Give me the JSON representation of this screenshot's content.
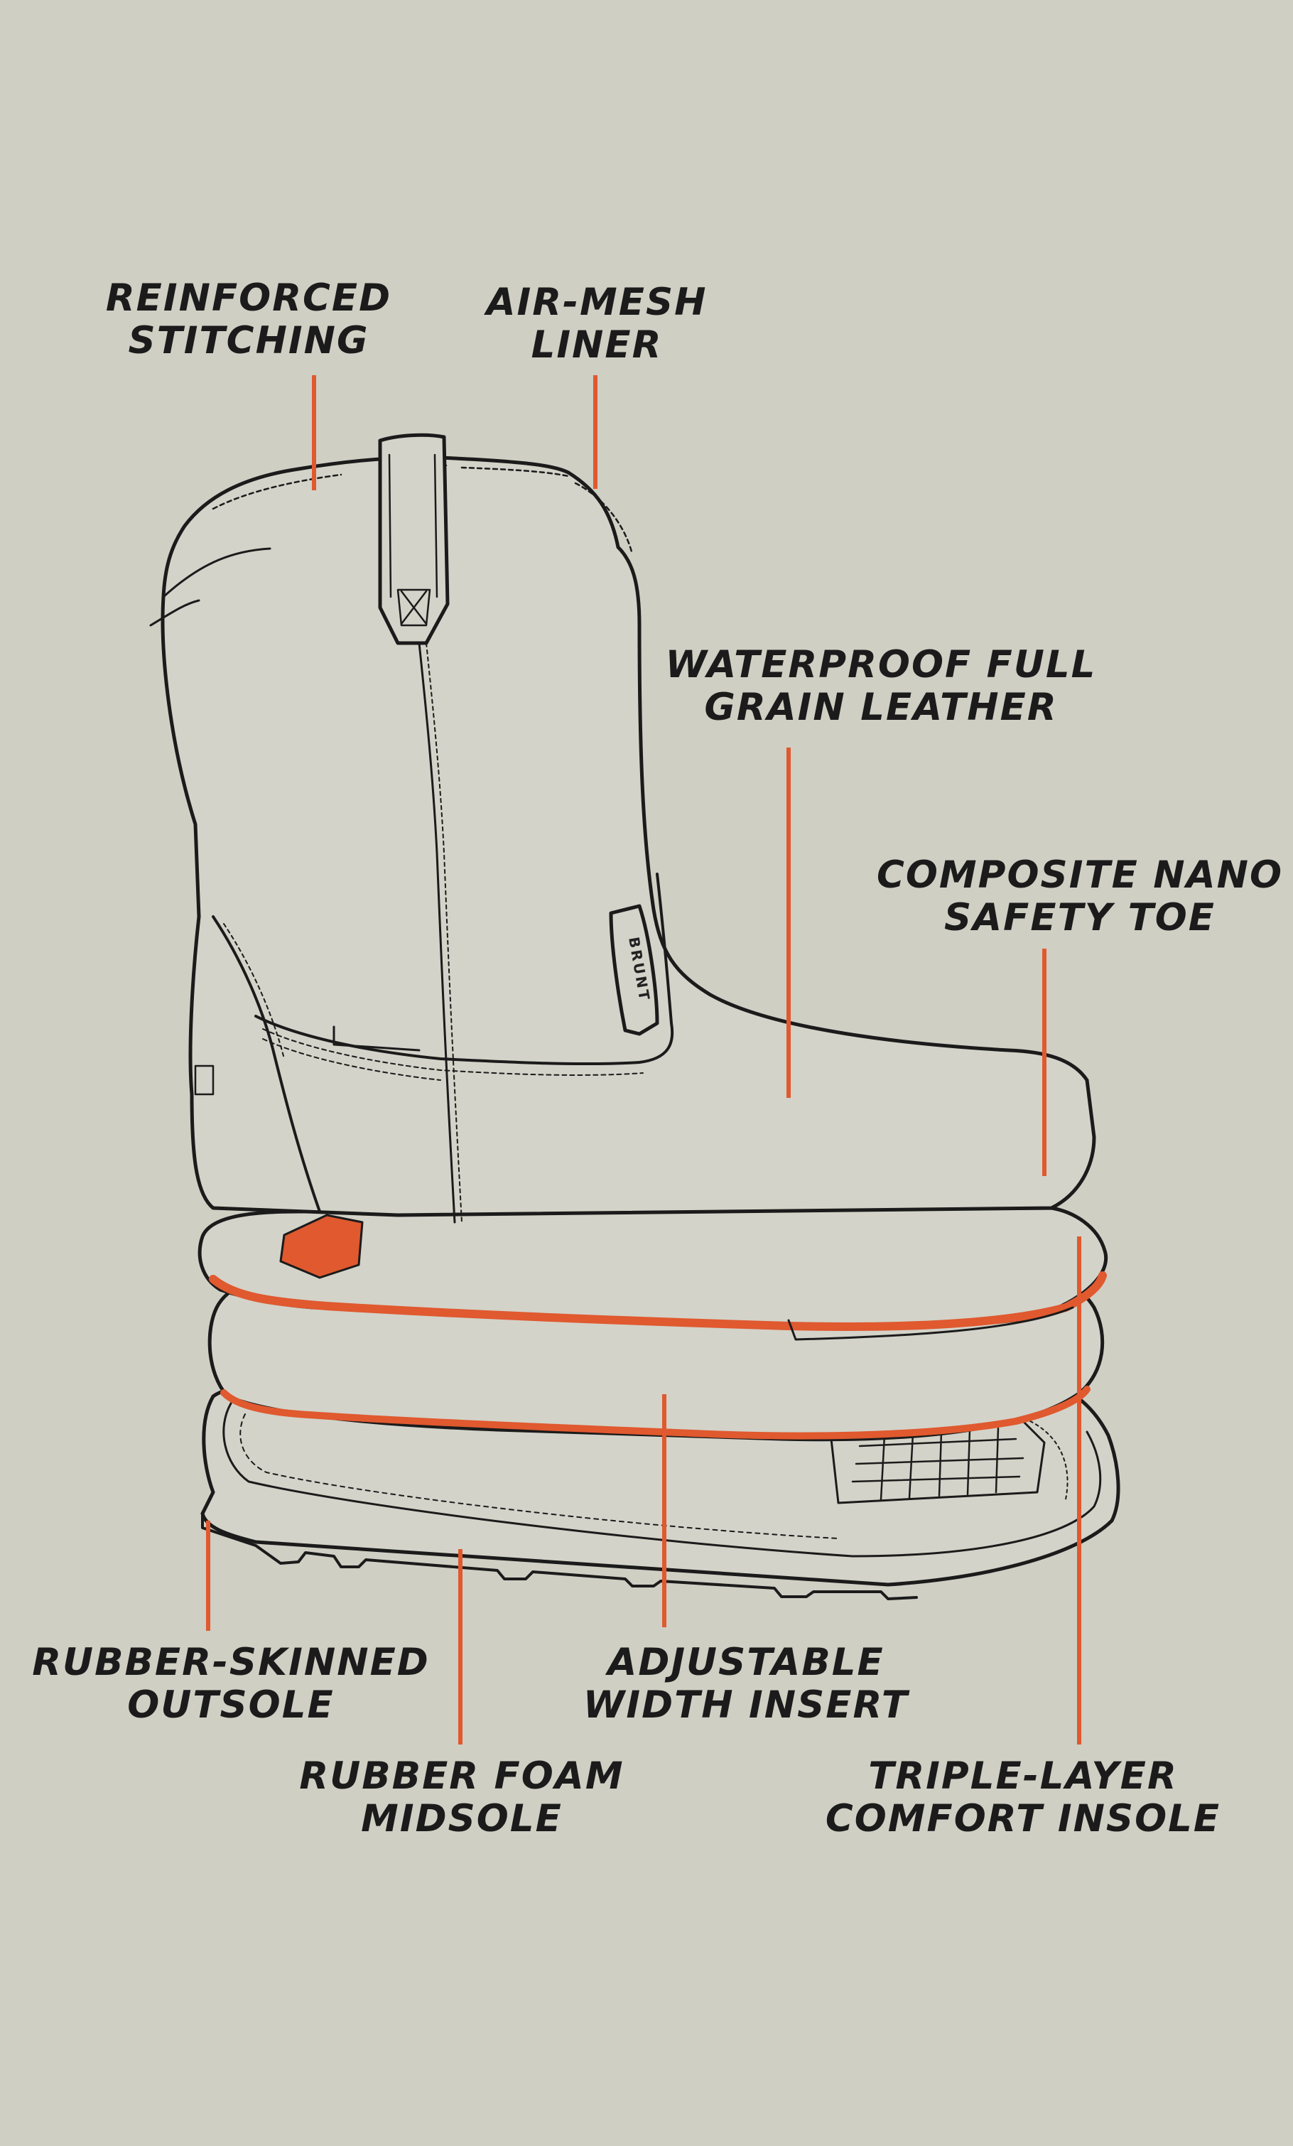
{
  "brand": {
    "tab_mark": "BRUNT"
  },
  "colors": {
    "background": "#cfcfc4",
    "ink": "#1b1b1b",
    "accent": "#e0592f"
  },
  "callouts": [
    {
      "id": "reinforced-stitching",
      "lines": [
        "REINFORCED",
        "STITCHING"
      ]
    },
    {
      "id": "air-mesh-liner",
      "lines": [
        "AIR-MESH",
        "LINER"
      ]
    },
    {
      "id": "waterproof-leather",
      "lines": [
        "WATERPROOF FULL",
        "GRAIN LEATHER"
      ]
    },
    {
      "id": "composite-toe",
      "lines": [
        "COMPOSITE NANO",
        "SAFETY TOE"
      ]
    },
    {
      "id": "rubber-outsole",
      "lines": [
        "RUBBER-SKINNED",
        "OUTSOLE"
      ]
    },
    {
      "id": "adjustable-insert",
      "lines": [
        "ADJUSTABLE",
        "WIDTH INSERT"
      ]
    },
    {
      "id": "foam-midsole",
      "lines": [
        "RUBBER FOAM",
        "MIDSOLE"
      ]
    },
    {
      "id": "comfort-insole",
      "lines": [
        "TRIPLE-LAYER",
        "COMFORT INSOLE"
      ]
    }
  ]
}
